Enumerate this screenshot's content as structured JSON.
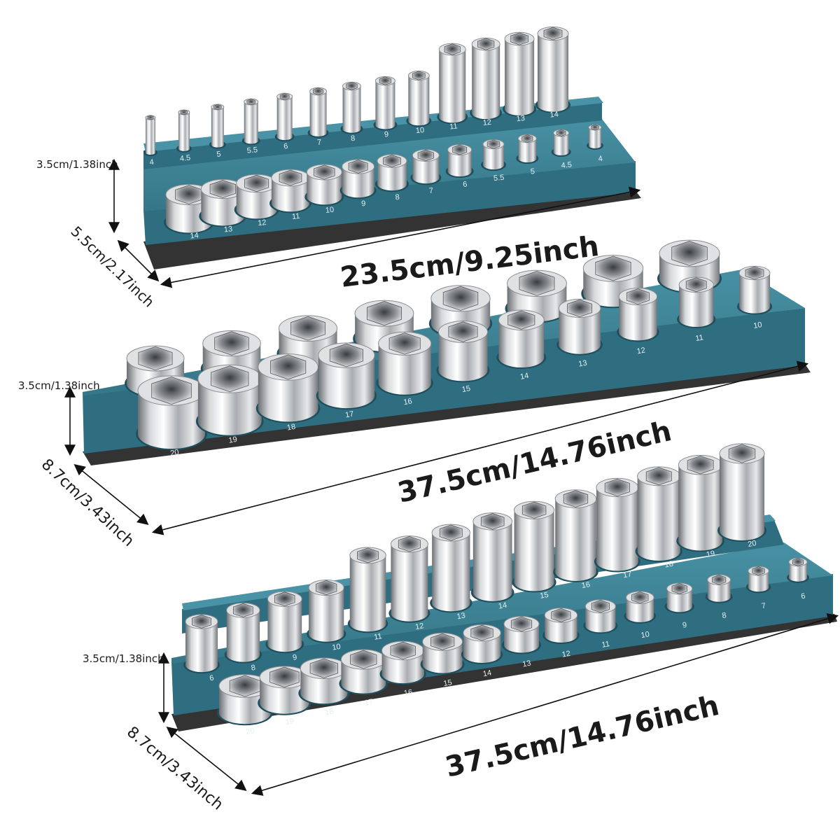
{
  "colors": {
    "tray_top": "#3d8294",
    "tray_front": "#2f6e80",
    "tray_side": "#255a69",
    "tray_base": "#3a3a3a",
    "chrome_light": "#f2f2f2",
    "chrome_mid": "#b9bcbf",
    "chrome_dark": "#6b6f73",
    "arrow": "#111111"
  },
  "trays": [
    {
      "id": "small",
      "height_label": "3.5cm/1.38inch",
      "depth_label": "5.5cm/2.17inch",
      "length_label": "23.5cm/9.25inch",
      "row_back": [
        "4",
        "4.5",
        "5",
        "5.5",
        "6",
        "7",
        "8",
        "9",
        "10",
        "11",
        "12",
        "13",
        "14"
      ],
      "row_mid": [
        "6",
        "5.5",
        "5",
        "4.5",
        "4"
      ],
      "row_mid_pre": [
        "9",
        "8",
        "7"
      ],
      "row_front": [
        "14",
        "13",
        "12",
        "11",
        "10",
        "9",
        "8",
        "7",
        "6",
        "5.5",
        "5",
        "4.5",
        "4"
      ]
    },
    {
      "id": "large",
      "height_label": "3.5cm/1.38inch",
      "depth_label": "8.7cm/3.43inch",
      "length_label": "37.5cm/14.76inch",
      "row_front": [
        "20",
        "19",
        "18",
        "17",
        "16",
        "15",
        "14",
        "13",
        "12",
        "11",
        "10"
      ]
    },
    {
      "id": "long",
      "height_label": "3.5cm/1.38inch",
      "depth_label": "8.7cm/3.43inch",
      "length_label": "37.5cm/14.76inch",
      "row_back": [
        "6",
        "8",
        "9",
        "10",
        "11",
        "12",
        "13",
        "14",
        "15",
        "16",
        "17",
        "18",
        "19",
        "20"
      ],
      "row_front": [
        "20",
        "19",
        "18",
        "17",
        "16",
        "15",
        "14",
        "13",
        "12",
        "11",
        "10",
        "9",
        "8",
        "7",
        "6"
      ]
    }
  ]
}
